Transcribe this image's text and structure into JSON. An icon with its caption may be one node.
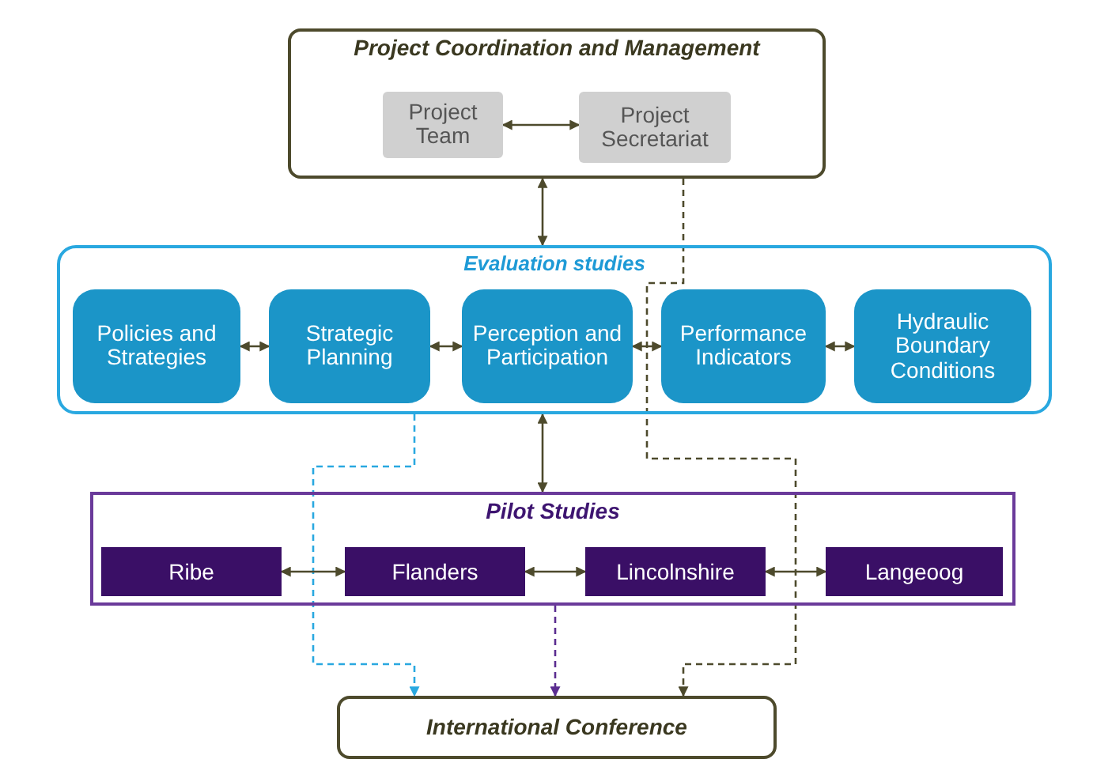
{
  "diagram": {
    "nodes": [
      {
        "text": [
          "Project Coordination and Management"
        ]
      },
      {
        "text": [
          "Project Team"
        ],
        "in": 0
      },
      {
        "text": [
          "Project Secretariat"
        ],
        "in": 0
      },
      {
        "text": [
          "Evaluation studies"
        ]
      },
      {
        "text": [
          "Policies and Strategies"
        ],
        "in": 3
      },
      {
        "text": [
          "Strategic Planning"
        ],
        "in": 3
      },
      {
        "text": [
          "Perception and Participation"
        ],
        "in": 3
      },
      {
        "text": [
          "Performance Indicators"
        ],
        "in": 3
      },
      {
        "text": [
          "Hydraulic Boundary Conditions"
        ],
        "in": 3
      },
      {
        "text": [
          "Pilot Studies"
        ]
      },
      {
        "text": [
          "Ribe"
        ],
        "in": 9
      },
      {
        "text": [
          "Flanders"
        ],
        "in": 9
      },
      {
        "text": [
          "Lincolnshire"
        ],
        "in": 9
      },
      {
        "text": [
          "Langeoog"
        ],
        "in": 9
      },
      {
        "text": [
          "International Conference"
        ]
      }
    ],
    "edges": [
      {
        "from": 1,
        "to": 2,
        "arrow": "both"
      },
      {
        "from": 4,
        "to": 5,
        "arrow": "both"
      },
      {
        "from": 5,
        "to": 6,
        "arrow": "both"
      },
      {
        "from": 6,
        "to": 7,
        "arrow": "both"
      },
      {
        "from": 7,
        "to": 8,
        "arrow": "both"
      },
      {
        "from": 10,
        "to": 11,
        "arrow": "both"
      },
      {
        "from": 11,
        "to": 12,
        "arrow": "both"
      },
      {
        "from": 12,
        "to": 13,
        "arrow": "both"
      },
      {
        "from": 0,
        "to": 3,
        "arrow": "both"
      },
      {
        "from": 3,
        "to": 9,
        "arrow": "both"
      },
      {
        "from": 0,
        "to": 14,
        "arrow": "to",
        "style": "dashed"
      },
      {
        "from": 3,
        "to": 14,
        "arrow": "to",
        "style": "dashed",
        "color": "#29a8e0"
      },
      {
        "from": 9,
        "to": 14,
        "arrow": "to",
        "style": "dashed",
        "color": "#5b2d90"
      }
    ]
  }
}
